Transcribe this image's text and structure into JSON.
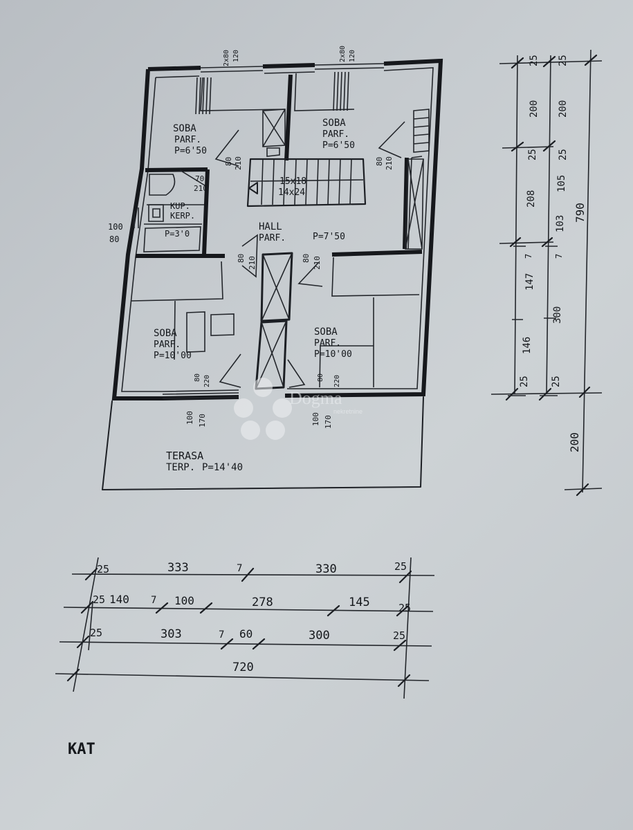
{
  "plan_title": "KAT",
  "watermark": {
    "brand": "Dogma",
    "subtitle": "nekretnine"
  },
  "rooms": [
    {
      "name": "SOBA",
      "floor": "PARF.",
      "area": "P=6'50"
    },
    {
      "name": "SOBA",
      "floor": "PARF.",
      "area": "P=6'50"
    },
    {
      "name": "KUP.",
      "floor": "KERP.",
      "area": "P=3'0"
    },
    {
      "name": "HALL",
      "floor": "PARF.",
      "area": "P=7'50"
    },
    {
      "name": "SOBA",
      "floor": "PARF.",
      "area": "P=10'00"
    },
    {
      "name": "SOBA",
      "floor": "PARF.",
      "area": "P=10'00"
    },
    {
      "name": "TERASA",
      "floor": "TERP.",
      "area": "P=14'40"
    }
  ],
  "stairs": {
    "line1": "15x18",
    "line2": "14x24"
  },
  "openings": {
    "window_top_left": [
      "2x80",
      "120"
    ],
    "window_top_right": [
      "2x80",
      "120"
    ],
    "door_soba_left": [
      "80",
      "210"
    ],
    "door_soba_right": [
      "80",
      "210"
    ],
    "kup_door": [
      "70",
      "210"
    ],
    "kup_window": [
      "100",
      "80"
    ],
    "door_hall_left": [
      "80",
      "210"
    ],
    "door_hall_right": [
      "80",
      "210"
    ],
    "window_bottom_left": [
      "80",
      "220"
    ],
    "window_bottom_right": [
      "80",
      "220"
    ],
    "terrace_door_left": [
      "100",
      "170"
    ],
    "terrace_door_right": [
      "100",
      "170"
    ]
  },
  "dims_right_inner": [
    "25",
    "200",
    "25",
    "208",
    "147",
    "7",
    "146",
    "25"
  ],
  "dims_right_outer": [
    "25",
    "200",
    "25",
    "105",
    "103",
    "7",
    "300",
    "25"
  ],
  "dims_right_total": [
    "790",
    "200"
  ],
  "dims_bottom_row1": [
    "25",
    "333",
    "7",
    "330",
    "25"
  ],
  "dims_bottom_row2": [
    "25",
    "140",
    "7",
    "100",
    "278",
    "145",
    "25"
  ],
  "dims_bottom_row3": [
    "25",
    "303",
    "7",
    "60",
    "300",
    "25"
  ],
  "dims_bottom_total": "720"
}
